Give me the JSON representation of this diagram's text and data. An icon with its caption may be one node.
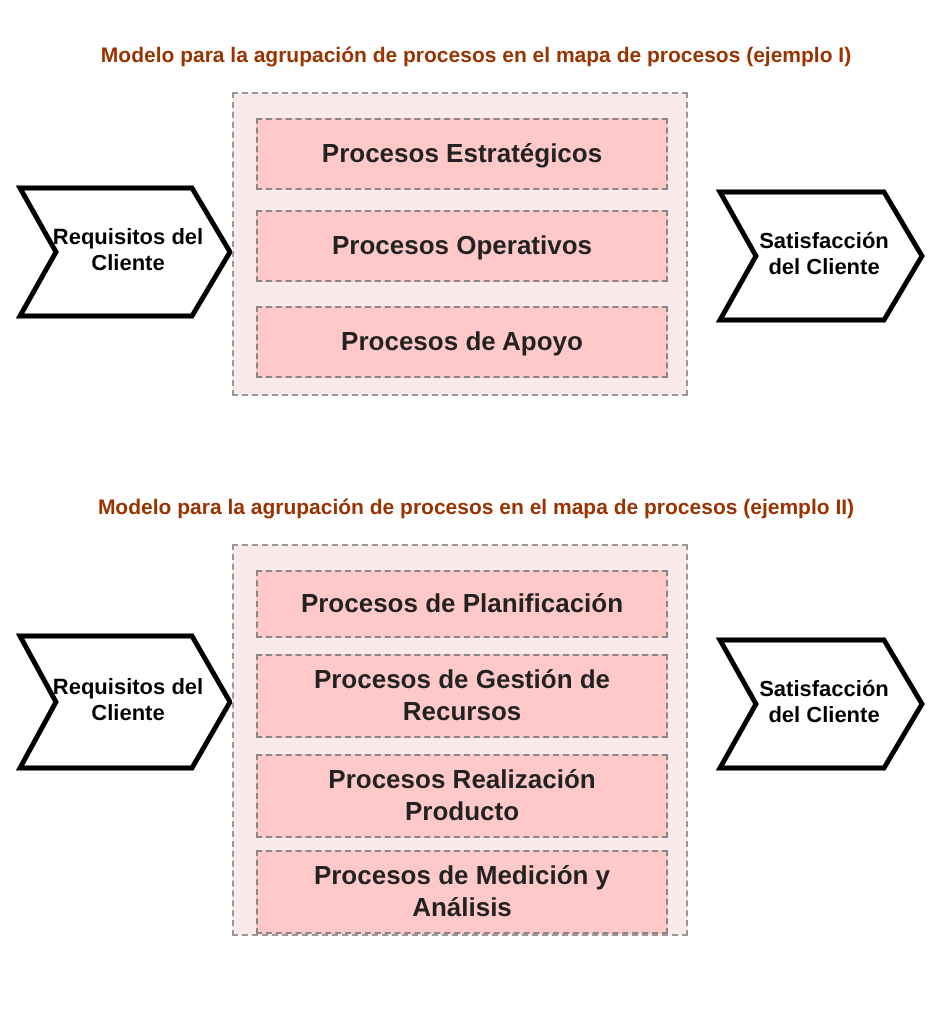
{
  "diagram": {
    "title": "Modelo para la agrupación de procesos en el mapa de procesos (ejemplo I)",
    "nodes": [
      {
        "text": [
          "Requisitos del Cliente"
        ]
      },
      {
        "text": [],
        "shape": "box"
      },
      {
        "text": [
          "Procesos Estratégicos"
        ],
        "in": 1
      },
      {
        "text": [
          "Procesos Operativos"
        ],
        "in": 1
      },
      {
        "text": [
          "Procesos de Apoyo"
        ],
        "in": 1
      },
      {
        "text": [
          "Satisfacción del Cliente"
        ]
      },
      {
        "text": [
          "Requisitos del Cliente"
        ]
      },
      {
        "text": [],
        "shape": "box"
      },
      {
        "text": [
          "Procesos de Planificación"
        ],
        "in": 7
      },
      {
        "text": [
          "Procesos de Gestión de Recursos"
        ],
        "in": 7
      },
      {
        "text": [
          "Procesos Realización Producto"
        ],
        "in": 7
      },
      {
        "text": [
          "Procesos de Medición y Análisis"
        ],
        "in": 7
      },
      {
        "text": [
          "Satisfacción del Cliente"
        ]
      }
    ],
    "labels": [
      "Modelo para la agrupación de procesos en el mapa de procesos (ejemplo II)"
    ]
  }
}
